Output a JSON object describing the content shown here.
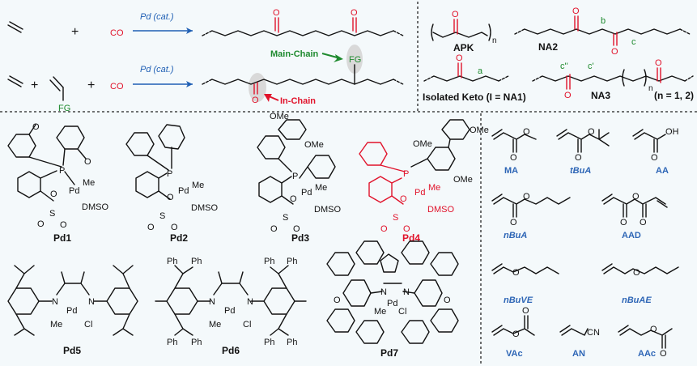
{
  "reactions": {
    "row1": {
      "co": "CO",
      "plus": "+",
      "catalyst": "Pd (cat.)"
    },
    "row2": {
      "plus1": "+",
      "plus2": "+",
      "co": "CO",
      "catalyst": "Pd (cat.)",
      "fg": "FG",
      "main_chain": "Main-Chain",
      "in_chain": "In-Chain",
      "product_fg": "FG",
      "o": "O"
    }
  },
  "structures": {
    "apk": "APK",
    "n": "n",
    "na2": "NA2",
    "b": "b",
    "c": "c",
    "a": "a",
    "isolated_keto": "Isolated Keto (I = NA1)",
    "c2": "c''",
    "c1": "c'",
    "na3": "NA3",
    "n_values": "(n = 1, 2)",
    "o": "O"
  },
  "complexes": {
    "pd1": "Pd1",
    "pd2": "Pd2",
    "pd3": "Pd3",
    "pd4": "Pd4",
    "pd5": "Pd5",
    "pd6": "Pd6",
    "pd7": "Pd7",
    "pd": "Pd",
    "me": "Me",
    "dmso": "DMSO",
    "p": "P",
    "s": "S",
    "o": "O",
    "n": "N",
    "cl": "Cl",
    "ome": "OMe",
    "ph": "Ph"
  },
  "monomers": [
    {
      "label": "MA"
    },
    {
      "label": "tBuA"
    },
    {
      "label": "AA"
    },
    {
      "label": "nBuA"
    },
    {
      "label": "AAD"
    },
    {
      "label": "nBuVE"
    },
    {
      "label": "nBuAE"
    },
    {
      "label": "VAc"
    },
    {
      "label": "AN"
    },
    {
      "label": "AAc"
    }
  ],
  "monomer_atoms": {
    "o": "O",
    "oh": "OH",
    "cn": "CN"
  },
  "colors": {
    "red": "#e1132b",
    "blue": "#1f5fb4",
    "green": "#1e8a2e",
    "label_blue": "#2e66b6"
  }
}
